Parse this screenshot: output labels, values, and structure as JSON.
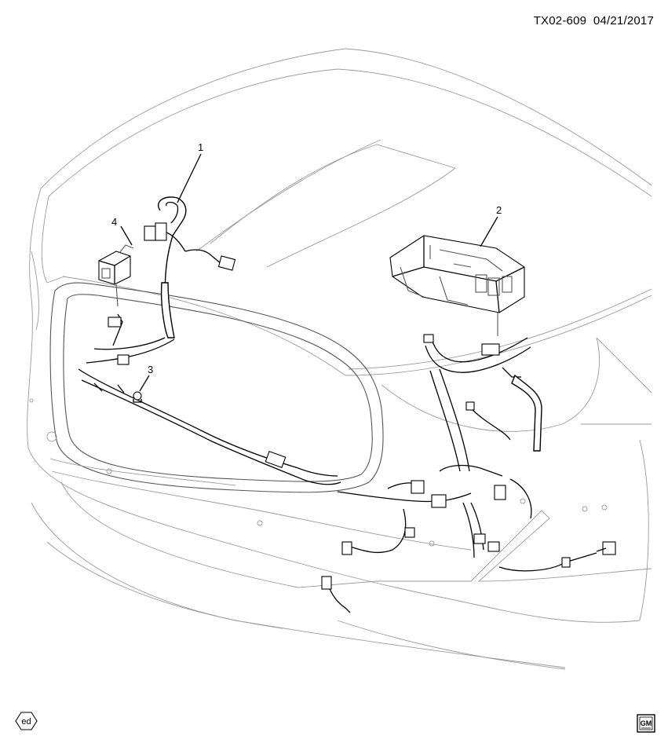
{
  "header": {
    "reference": "TX02-609",
    "date": "04/21/2017"
  },
  "callouts": [
    {
      "number": "1"
    },
    {
      "number": "2"
    },
    {
      "number": "3"
    },
    {
      "number": "4"
    }
  ],
  "footer": {
    "edit_icon_text": "ed",
    "logo_text": "GM"
  },
  "icons": [
    "edit-hexagon-icon",
    "gm-logo-icon"
  ]
}
